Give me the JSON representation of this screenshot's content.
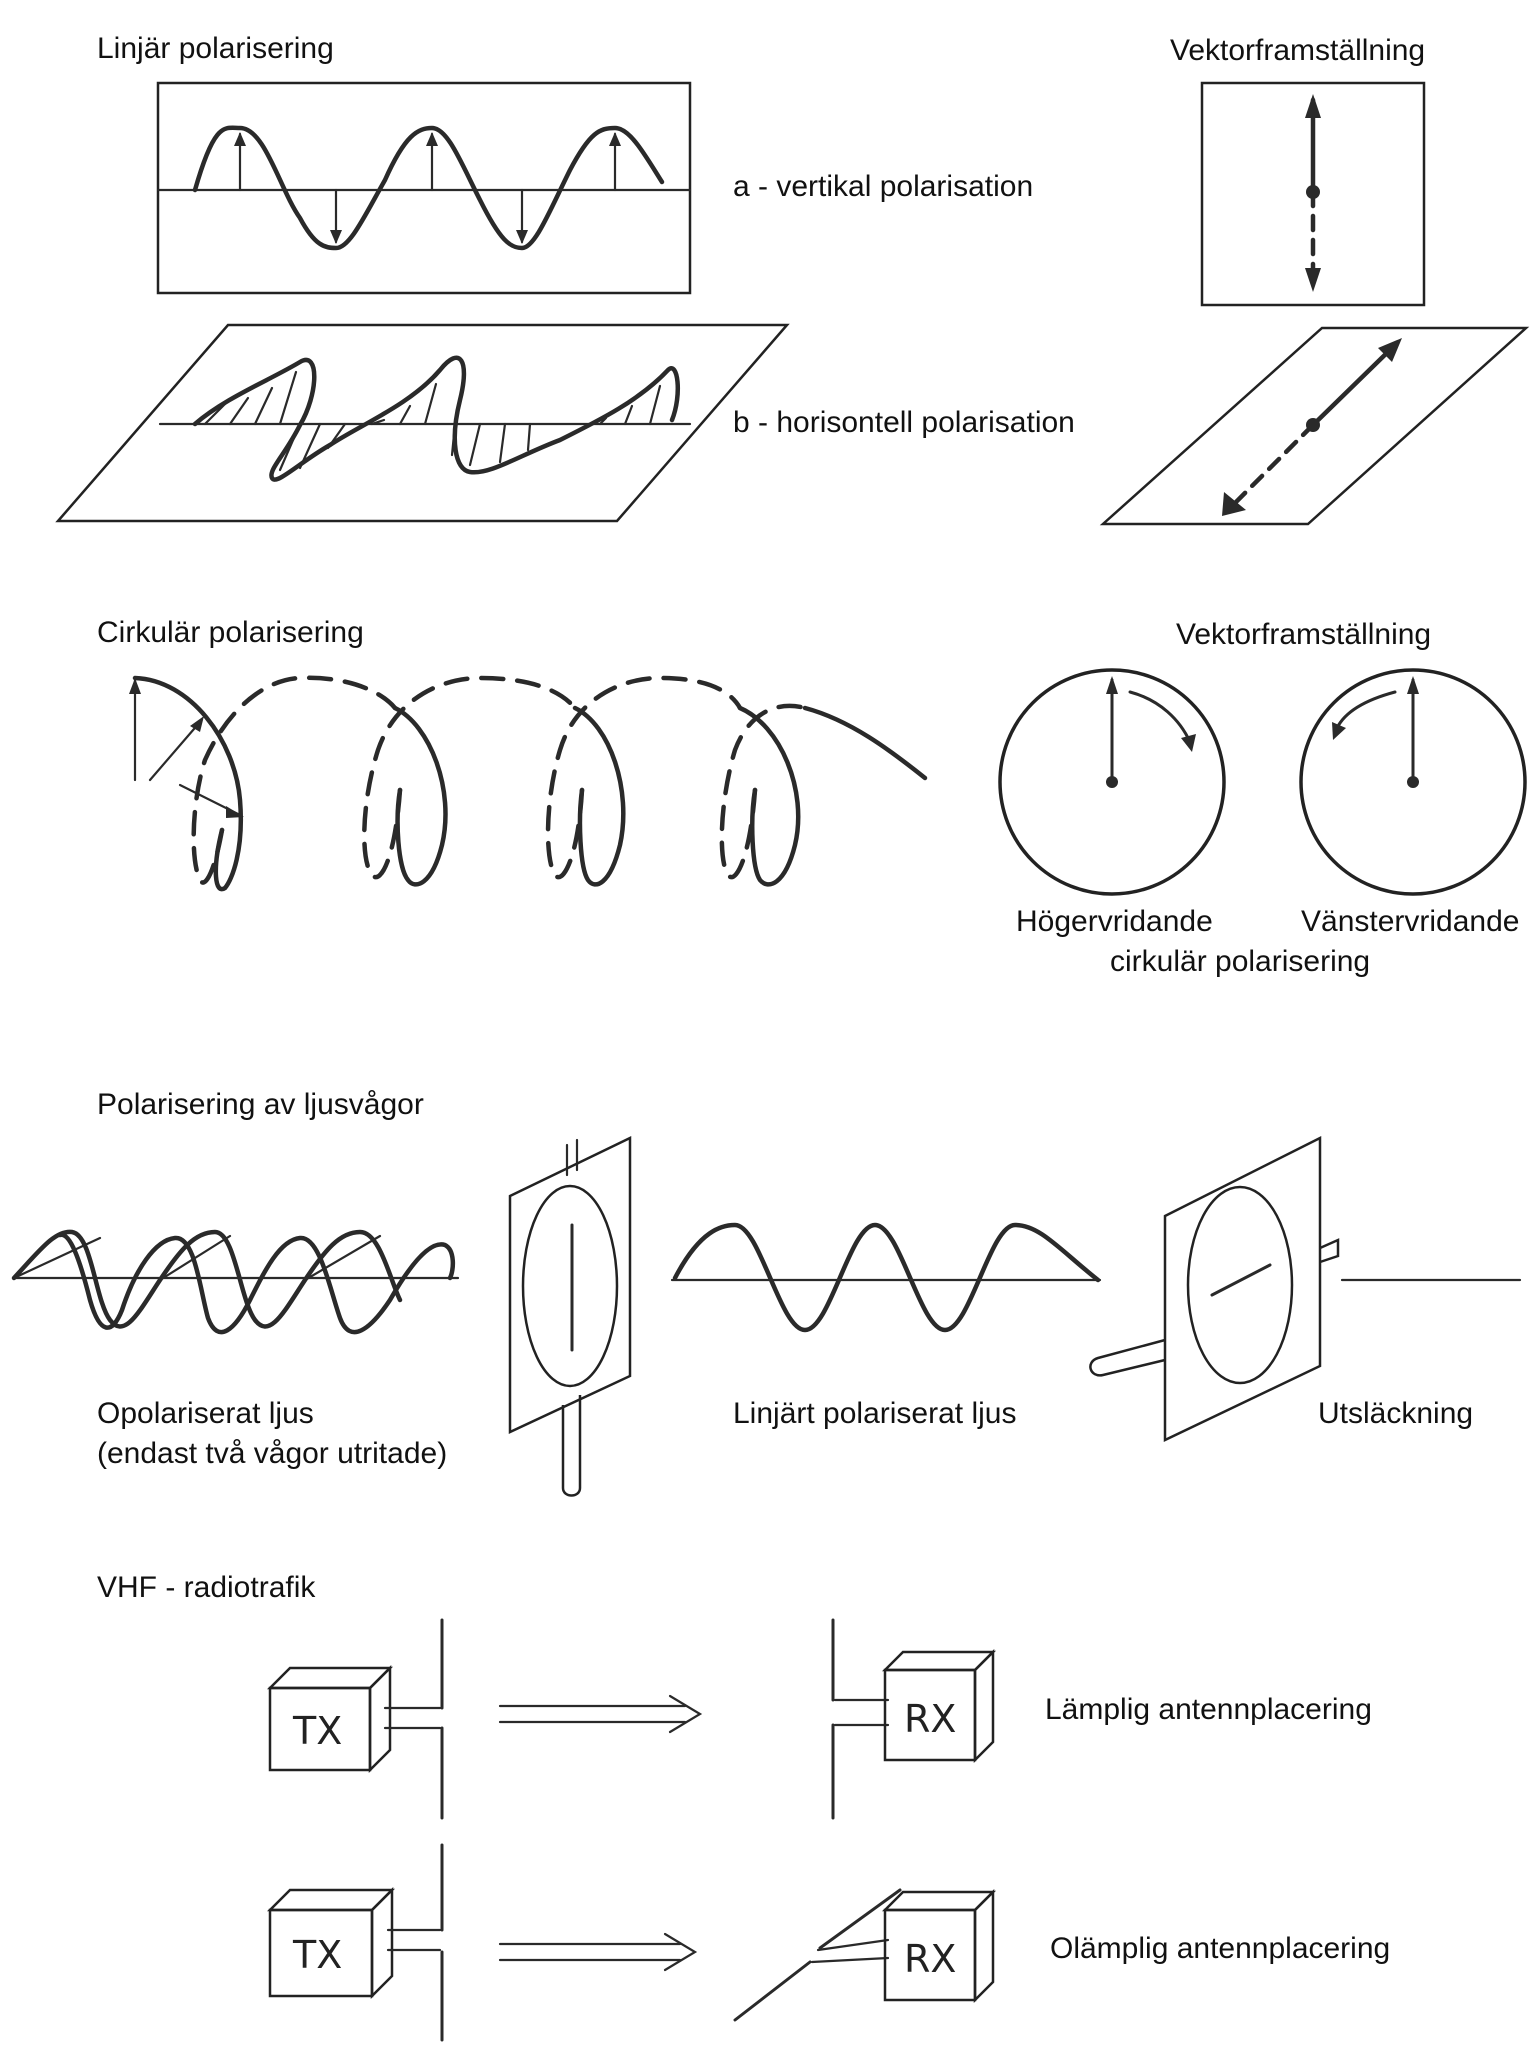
{
  "linear": {
    "title": "Linjär polarisering",
    "vector_title": "Vektorframställning",
    "label_a": "a - vertikal polarisation",
    "label_b": "b - horisontell polarisation"
  },
  "circular": {
    "title": "Cirkulär polarisering",
    "vector_title": "Vektorframställning",
    "right": "Högervridande",
    "left": "Vänstervridande",
    "caption": "cirkulär polarisering"
  },
  "light": {
    "title": "Polarisering av ljusvågor",
    "unpolarized_1": "Opolariserat ljus",
    "unpolarized_2": "(endast två vågor utritade)",
    "linear": "Linjärt polariserat ljus",
    "extinction": "Utsläckning"
  },
  "vhf": {
    "title": "VHF - radiotrafik",
    "tx": "TX",
    "rx": "RX",
    "good": "Lämplig antennplacering",
    "bad": "Olämplig antennplacering"
  }
}
